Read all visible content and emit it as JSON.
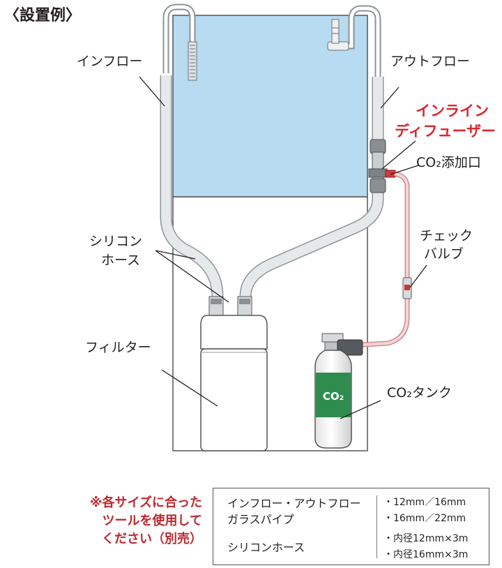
{
  "title": "〈設置例〉",
  "labels": {
    "inflow": "インフロー",
    "outflow": "アウトフロー",
    "diffuser_line1": "インライン",
    "diffuser_line2": "ディフューザー",
    "co2_inlet": "CO₂添加口",
    "check_valve_line1": "チェック",
    "check_valve_line2": "バルブ",
    "silicone_line1": "シリコン",
    "silicone_line2": "ホース",
    "filter": "フィルター",
    "co2_tank": "CO₂タンク",
    "tank_text": "CO₂"
  },
  "note": {
    "line1": "※各サイズに合った",
    "line2": "ツールを使用して",
    "line3": "ください（別売）"
  },
  "spec_table": {
    "row1_name_line1": "インフロー・アウトフロー",
    "row1_name_line2": "ガラスパイプ",
    "row1_value1": "・12mm／16mm",
    "row1_value2": "・16mm／22mm",
    "row2_name": "シリコンホース",
    "row2_value1": "・内径12mm×3m",
    "row2_value2": "・内径16mm×3m"
  },
  "colors": {
    "water": "#b7dbf0",
    "hose": "#e8eaeb",
    "tank_green": "#2f8c4f",
    "co2_tube": "#f2c7c9",
    "red_label": "#d7282f",
    "outline": "#555555"
  }
}
